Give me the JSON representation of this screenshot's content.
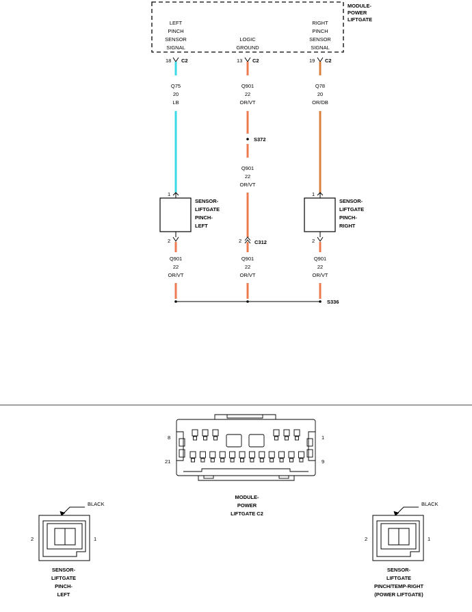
{
  "module": {
    "name_lines": [
      "MODULE-",
      "POWER",
      "LIFTGATE"
    ],
    "pins": [
      {
        "label_lines": [
          "LEFT",
          "PINCH",
          "SENSOR",
          "SIGNAL"
        ],
        "pin": "18",
        "connector": "C2"
      },
      {
        "label_lines": [
          "LOGIC",
          "GROUND"
        ],
        "pin": "13",
        "connector": "C2"
      },
      {
        "label_lines": [
          "RIGHT",
          "PINCH",
          "SENSOR",
          "SIGNAL"
        ],
        "pin": "19",
        "connector": "C2"
      }
    ]
  },
  "wires": {
    "left_top": {
      "circuit": "Q75",
      "gauge": "20",
      "color_code": "LB",
      "color": "#38d8e8"
    },
    "center_top": {
      "circuit": "Q901",
      "gauge": "22",
      "color_code": "OR/VT",
      "color": "#ee7a50"
    },
    "right_top": {
      "circuit": "Q78",
      "gauge": "20",
      "color_code": "OR/DB",
      "color": "#d9803c"
    },
    "center_mid": {
      "circuit": "Q901",
      "gauge": "22",
      "color_code": "OR/VT"
    },
    "left_bot": {
      "circuit": "Q901",
      "gauge": "22",
      "color_code": "OR/VT"
    },
    "center_bot": {
      "circuit": "Q901",
      "gauge": "22",
      "color_code": "OR/VT"
    },
    "right_bot": {
      "circuit": "Q901",
      "gauge": "22",
      "color_code": "OR/VT"
    }
  },
  "splices": {
    "s372": "S372",
    "s336": "S336"
  },
  "inline_connector": {
    "pin": "2",
    "name": "C312"
  },
  "sensors": {
    "left": {
      "name_lines": [
        "SENSOR-",
        "LIFTGATE",
        "PINCH-",
        "LEFT"
      ],
      "pin_top": "1",
      "pin_bottom": "2"
    },
    "right": {
      "name_lines": [
        "SENSOR-",
        "LIFTGATE",
        "PINCH-",
        "RIGHT"
      ],
      "pin_top": "1",
      "pin_bottom": "2"
    }
  },
  "connector_views": {
    "module": {
      "name_lines": [
        "MODULE-",
        "POWER",
        "LIFTGATE C2"
      ],
      "pin_top_left": "8",
      "pin_top_right": "1",
      "pin_bot_left": "21",
      "pin_bot_right": "9"
    },
    "left": {
      "name_lines": [
        "SENSOR-",
        "LIFTGATE",
        "PINCH-",
        "LEFT"
      ],
      "color": "BLACK",
      "pin_left": "2",
      "pin_right": "1"
    },
    "right": {
      "name_lines": [
        "SENSOR-",
        "LIFTGATE",
        "PINCH/TEMP-RIGHT",
        "(POWER LIFTGATE)"
      ],
      "color": "BLACK",
      "pin_left": "2",
      "pin_right": "1"
    }
  }
}
